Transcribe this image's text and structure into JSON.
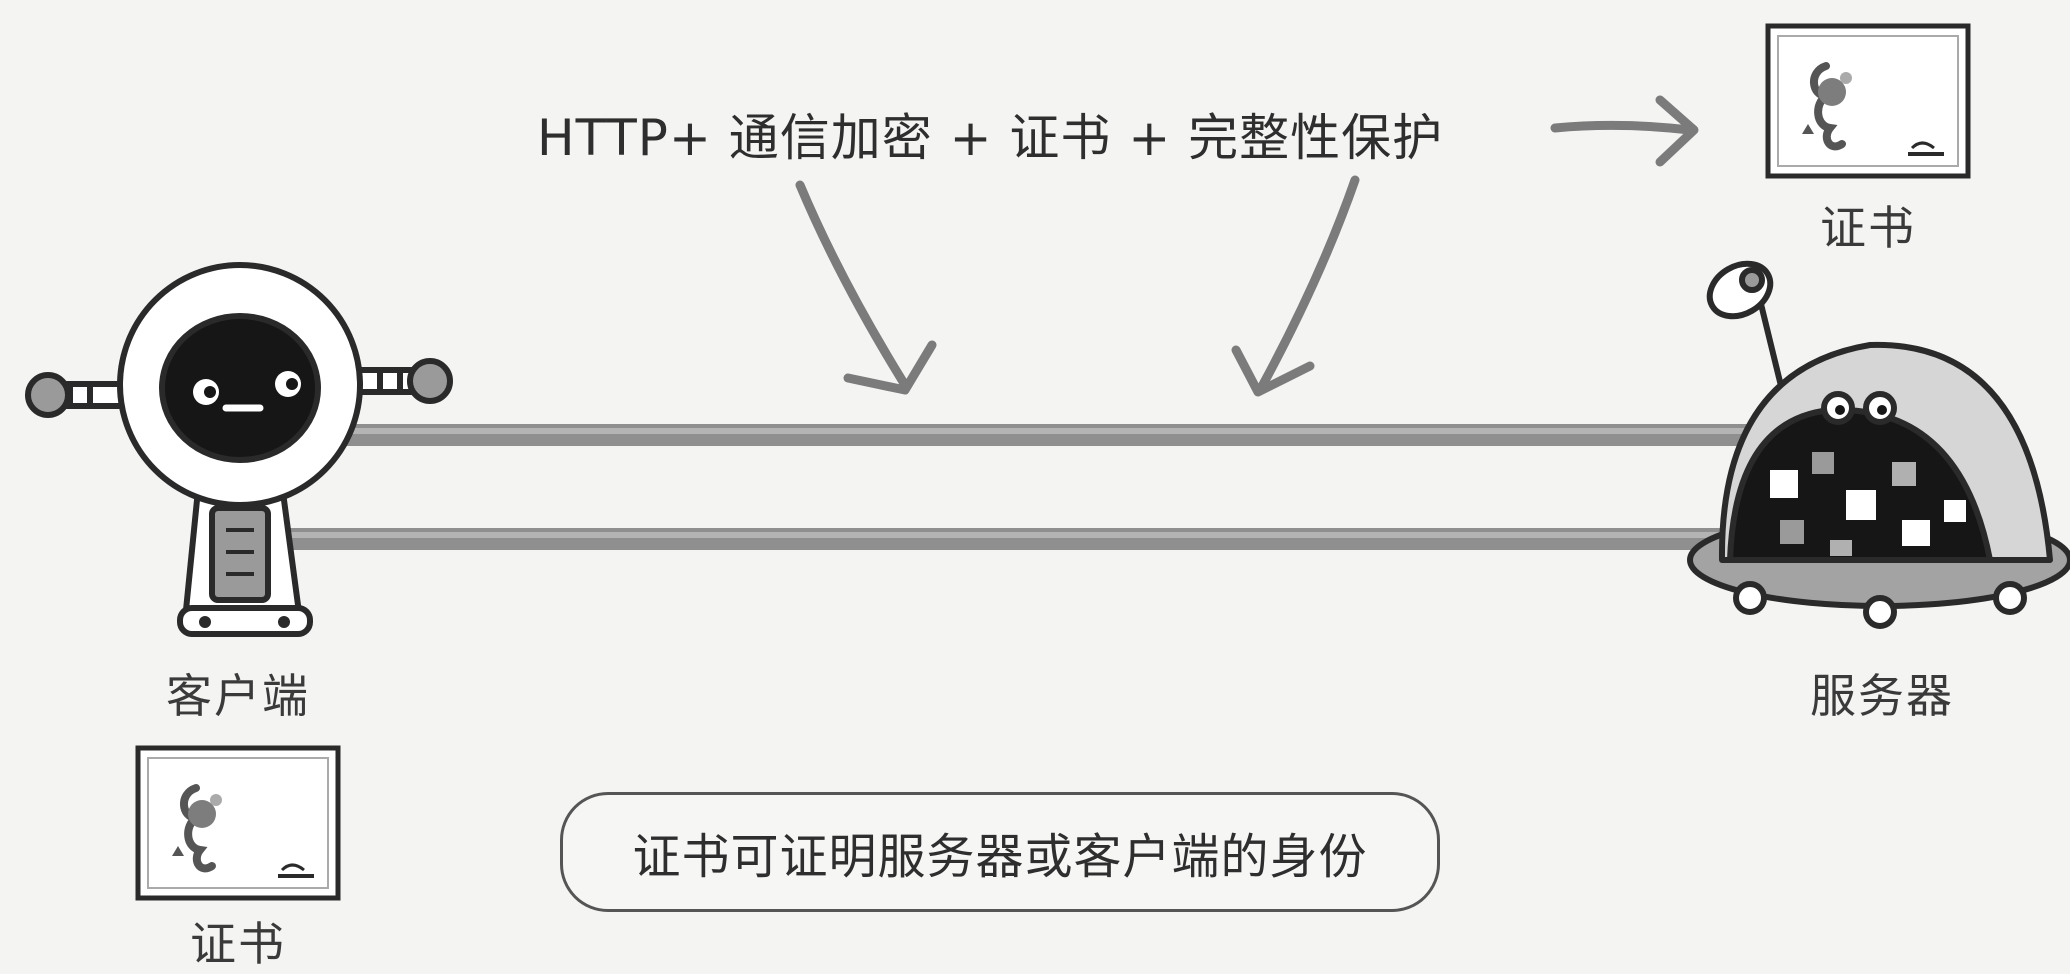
{
  "headline": "HTTP+ 通信加密 + 证书 + 完整性保护",
  "note": "证书可证明服务器或客户端的身份",
  "client": {
    "label": "客户端"
  },
  "server": {
    "label": "服务器"
  },
  "server_certificate": {
    "label": "证书"
  },
  "client_certificate": {
    "label": "证书"
  },
  "colors": {
    "line": "#8f8f8f",
    "arrow": "#7b7b7b",
    "ink": "#2a2a2a"
  }
}
